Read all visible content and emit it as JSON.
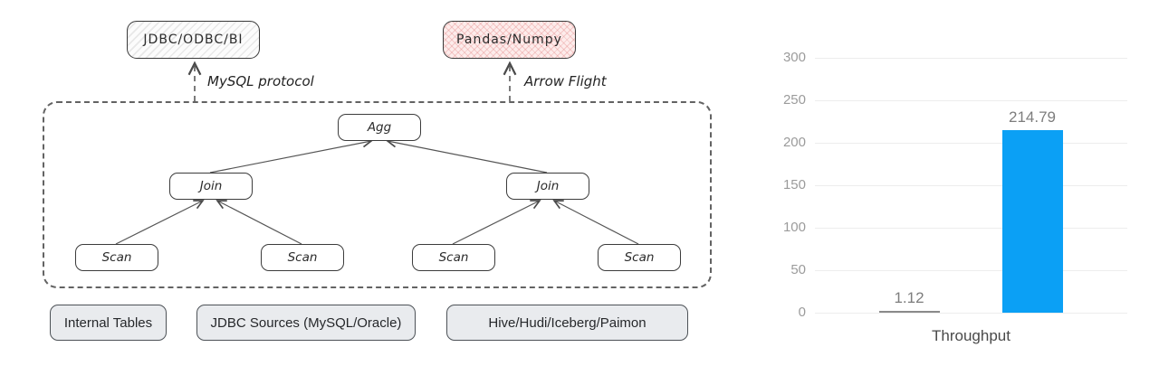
{
  "diagram": {
    "consumers": [
      "JDBC/ODBC/BI",
      "Pandas/Numpy"
    ],
    "protocols": [
      "MySQL protocol",
      "Arrow Flight"
    ],
    "tree": {
      "agg": "Agg",
      "joins": [
        "Join",
        "Join"
      ],
      "scans": [
        "Scan",
        "Scan",
        "Scan",
        "Scan"
      ]
    },
    "sources": [
      "Internal Tables",
      "JDBC Sources (MySQL/Oracle)",
      "Hive/Hudi/Iceberg/Paimon"
    ]
  },
  "chart_data": {
    "type": "bar",
    "categories": [
      "Throughput"
    ],
    "series": [
      {
        "values": [
          1.12
        ],
        "color": "#8a8a8a"
      },
      {
        "values": [
          214.79
        ],
        "color": "#0ba0f5"
      }
    ],
    "title": "",
    "xlabel": "Throughput",
    "ylabel": "",
    "ylim": [
      0,
      300
    ],
    "yticks": [
      0,
      50,
      100,
      150,
      200,
      250,
      300
    ],
    "grid": true,
    "legend": "none",
    "colors": {
      "grid": "#ededed",
      "tick_label": "#9b9b9b",
      "value_label": "#7d7d7d",
      "xlabel": "#4a4a4a"
    }
  }
}
